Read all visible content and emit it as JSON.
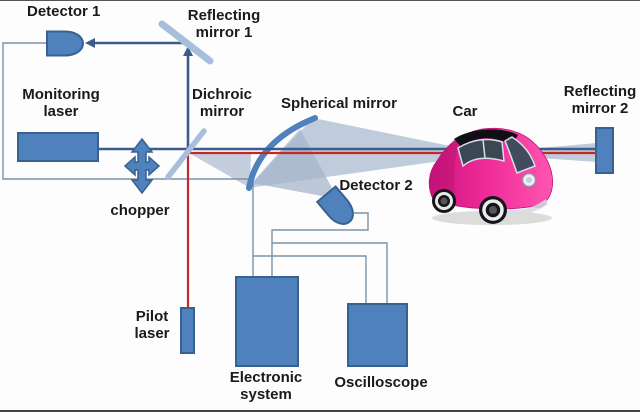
{
  "figure": {
    "kind": "optical measurement setup diagram",
    "labels": {
      "detector1": "Detector 1",
      "reflecting_mirror1": "Reflecting mirror 1",
      "monitoring_laser": "Monitoring laser",
      "dichroic_mirror": "Dichroic mirror",
      "spherical_mirror": "Spherical mirror",
      "car": "Car",
      "reflecting_mirror2": "Reflecting mirror 2",
      "detector2": "Detector 2",
      "chopper": "chopper",
      "pilot_laser": "Pilot laser",
      "electronic_system": "Electronic system",
      "oscilloscope": "Oscilloscope"
    },
    "beams": [
      {
        "name": "monitoring-laser-beam",
        "color_name": "blue",
        "path": "Monitoring laser → chopper → dichroic mirror → reflecting mirror 1 → Detector 1; and dichroic mirror → car → reflecting mirror 2"
      },
      {
        "name": "pilot-laser-beam",
        "color_name": "red",
        "path": "Pilot laser → dichroic mirror → car → reflecting mirror 2"
      },
      {
        "name": "collected-beam",
        "color_name": "gray",
        "path": "car → spherical mirror → Detector 2"
      }
    ],
    "connections": [
      {
        "from": "Detector 1",
        "to": "Electronic system"
      },
      {
        "from": "Detector 2",
        "to": "Electronic system"
      },
      {
        "from": "Detector 1 cable branch",
        "to": "Oscilloscope"
      },
      {
        "from": "Detector 2 cable branch",
        "to": "Oscilloscope"
      }
    ]
  },
  "colors": {
    "shape_fill": "#4f81bd",
    "shape_border": "#38618f",
    "light_mirror": "#a8bedd",
    "beam_blue": "#3d5c8c",
    "beam_red": "#c62828",
    "cable": "#7d93a8",
    "beam_cone": "#b5c2d5",
    "car_pink": "#e91a8c",
    "label_text": "#1a1a1a"
  }
}
